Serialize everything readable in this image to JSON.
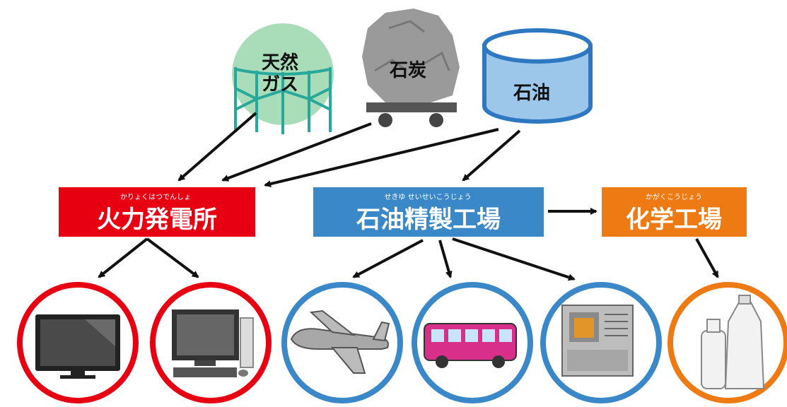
{
  "sources": {
    "natural_gas": {
      "label_line1": "天然",
      "label_line2": "ガス"
    },
    "coal": {
      "label": "石炭"
    },
    "oil": {
      "label": "石油"
    }
  },
  "facilities": {
    "power_plant": {
      "ruby": "かりょくはつでんしょ",
      "label": "火力発電所",
      "color": "#e60012"
    },
    "refinery": {
      "ruby": "せきゆ せいせいこうじょう",
      "label": "石油精製工場",
      "color": "#3a88c8"
    },
    "chemical_plant": {
      "ruby": "かがくこうじょう",
      "label": "化学工場",
      "color": "#ee7a14"
    }
  },
  "products": [
    {
      "icon": "flat-tv-icon",
      "ring": "#e60012"
    },
    {
      "icon": "desktop-computer-icon",
      "ring": "#e60012"
    },
    {
      "icon": "airplane-icon",
      "ring": "#3a88c8"
    },
    {
      "icon": "bus-icon",
      "ring": "#3a88c8"
    },
    {
      "icon": "kerosene-heater-icon",
      "ring": "#3a88c8"
    },
    {
      "icon": "plastic-bottles-icon",
      "ring": "#ee7a14"
    }
  ],
  "colors": {
    "gas_sphere": "#a9dcb8",
    "gas_frame": "#27a89a",
    "coal": "#9a9a9a",
    "oil_tank": "#9cc6ea",
    "oil_rim": "#2e78c2",
    "arrow": "#111111"
  }
}
